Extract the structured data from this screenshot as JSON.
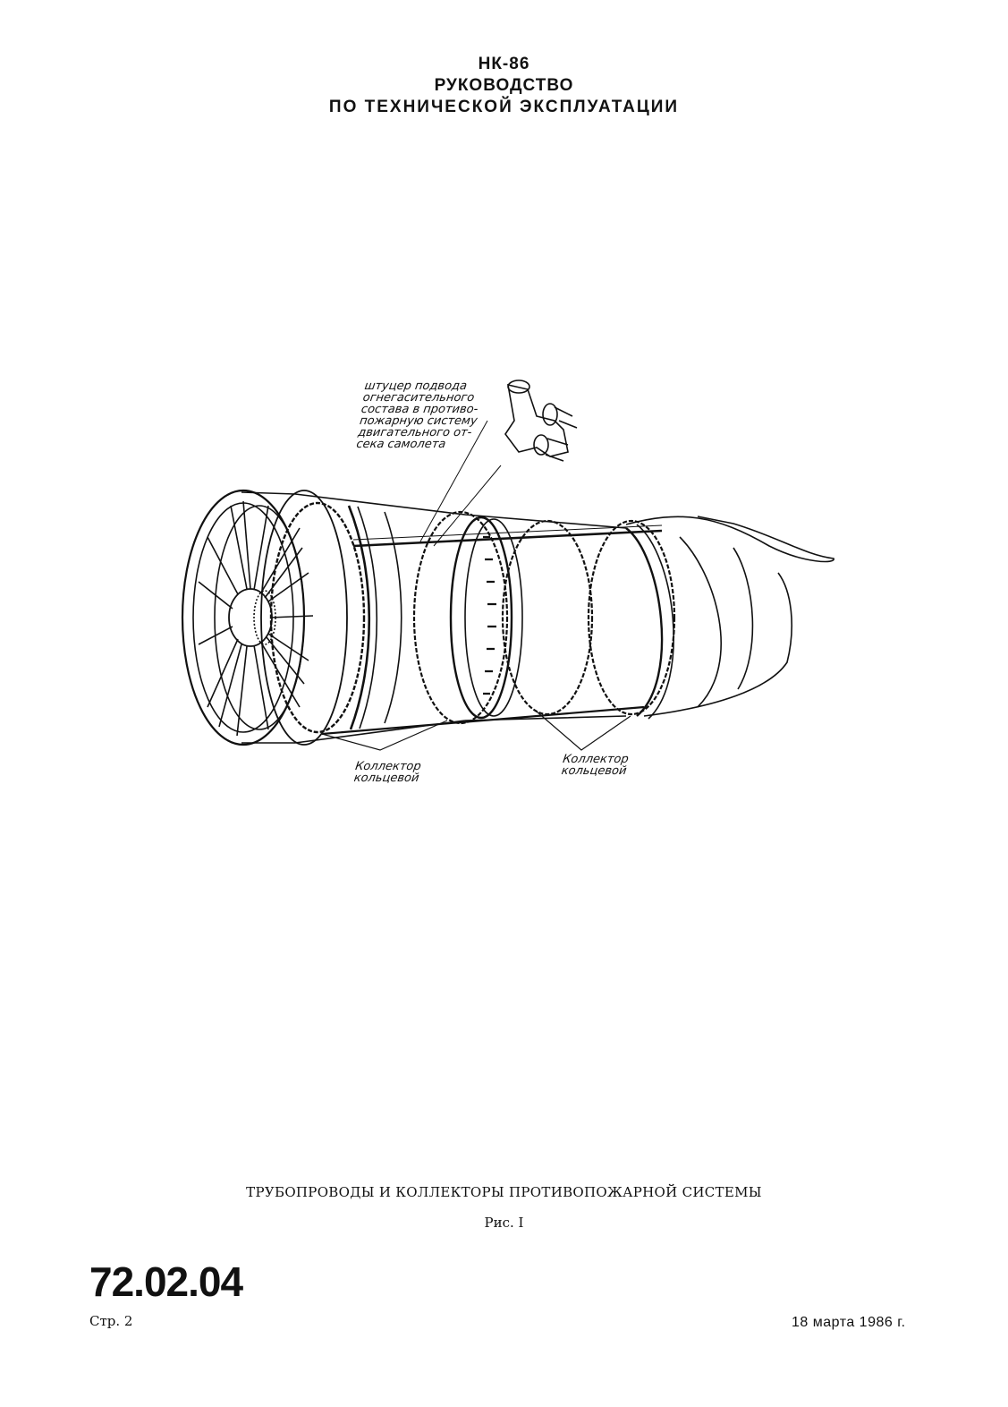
{
  "header": {
    "line1": "НК-86",
    "line2": "РУКОВОДСТВО",
    "line3": "ПО ТЕХНИЧЕСКОЙ ЭКСПЛУАТАЦИИ"
  },
  "figure": {
    "callout_top": [
      "штуцер подвода",
      "огнегасительного",
      "состава в противо-",
      "пожарную систему",
      "двигательного от-",
      "сека самолета"
    ],
    "callout_left": [
      "Коллектор",
      "кольцевой"
    ],
    "callout_right": [
      "Коллектор",
      "кольцевой"
    ]
  },
  "caption": "ТРУБОПРОВОДЫ И КОЛЛЕКТОРЫ ПРОТИВОПОЖАРНОЙ СИСТЕМЫ",
  "figure_number": "Рис. I",
  "footer": {
    "section_code": "72.02.04",
    "page": "Стр. 2",
    "date": "18 марта 1986 г."
  }
}
